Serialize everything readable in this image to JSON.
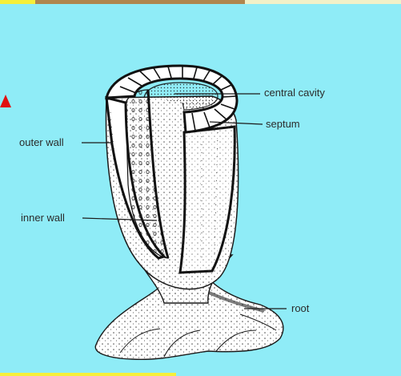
{
  "diagram": {
    "labels": {
      "central_cavity": "central cavity",
      "septum": "septum",
      "outer_wall": "outer wall",
      "inner_wall": "inner wall",
      "root": "root"
    }
  },
  "colors": {
    "background": "#8fecf7",
    "ink": "#1a1a1a",
    "pointer": "#e01010"
  }
}
